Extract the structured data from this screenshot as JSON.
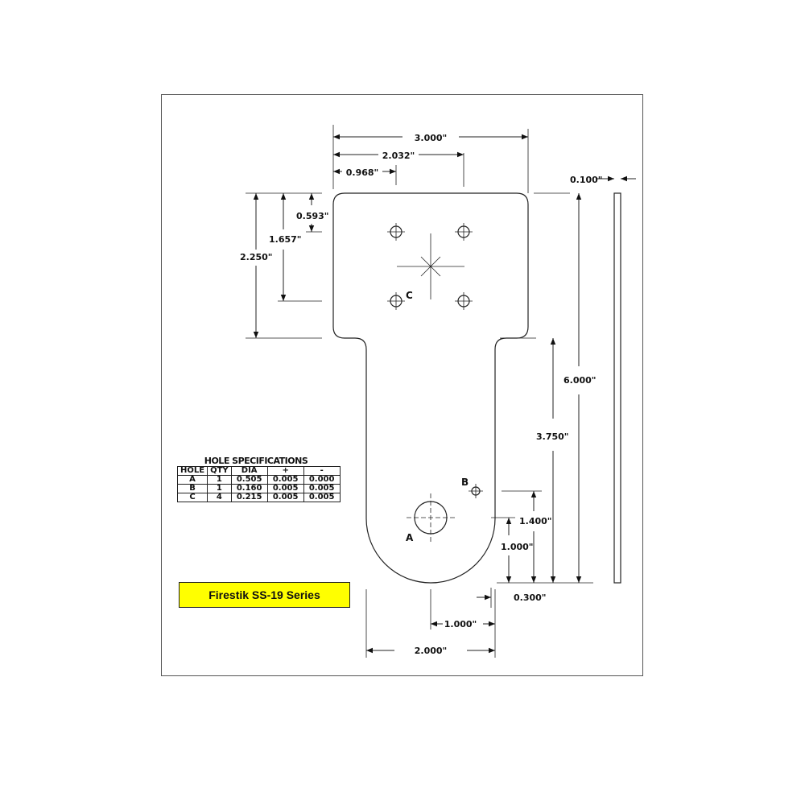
{
  "dimensions": {
    "overall_width": "3.000\"",
    "hole_row_right": "2.032\"",
    "hole_row_left": "0.968\"",
    "thickness": "0.100\"",
    "top_to_hole_row1": "0.593\"",
    "top_to_hole_row2": "1.657\"",
    "head_height": "2.250\"",
    "overall_length": "6.000\"",
    "neck_length": "3.750\"",
    "hole_b_height": "1.400\"",
    "hole_a_height": "1.000\"",
    "hole_b_offset": "0.300\"",
    "hole_a_offset": "1.000\"",
    "neck_width": "2.000\""
  },
  "hole_labels": {
    "a": "A",
    "b": "B",
    "c": "C"
  },
  "hole_spec": {
    "title": "HOLE SPECIFICATIONS",
    "headers": [
      "HOLE",
      "QTY",
      "DIA",
      "+",
      "-"
    ],
    "rows": [
      [
        "A",
        "1",
        "0.505",
        "0.005",
        "0.000"
      ],
      [
        "B",
        "1",
        "0.160",
        "0.005",
        "0.005"
      ],
      [
        "C",
        "4",
        "0.215",
        "0.005",
        "0.005"
      ]
    ]
  },
  "title_box": {
    "text": "Firestik SS-19 Series",
    "color": "#ffff00"
  }
}
